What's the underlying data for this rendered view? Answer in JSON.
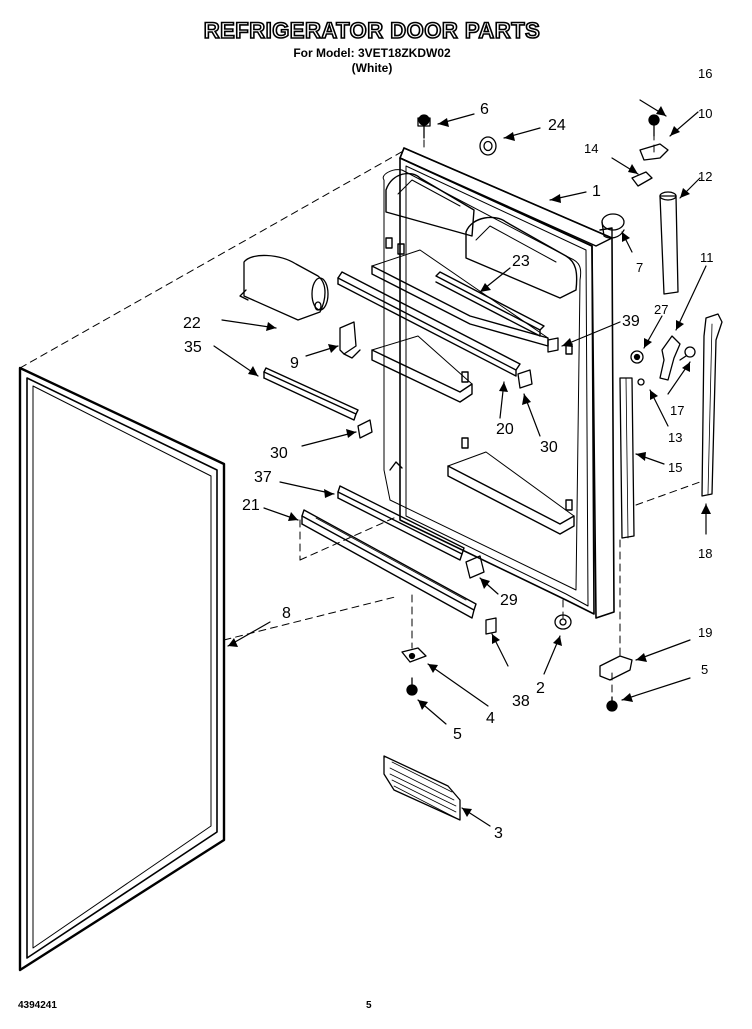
{
  "header": {
    "title": "REFRIGERATOR DOOR PARTS",
    "model_line": "For Model: 3VET18ZKDW02",
    "color_line": "(White)"
  },
  "footer": {
    "doc_number": "4394241",
    "page_number": "5"
  },
  "callouts": {
    "c1": "1",
    "c2": "2",
    "c3": "3",
    "c4": "4",
    "c5a": "5",
    "c5b": "5",
    "c6": "6",
    "c7": "7",
    "c8": "8",
    "c9": "9",
    "c10": "10",
    "c11": "11",
    "c12": "12",
    "c13": "13",
    "c14": "14",
    "c15": "15",
    "c16": "16",
    "c17": "17",
    "c18": "18",
    "c19": "19",
    "c20": "20",
    "c21": "21",
    "c22": "22",
    "c23": "23",
    "c24": "24",
    "c27": "27",
    "c29": "29",
    "c30a": "30",
    "c30b": "30",
    "c35": "35",
    "c37": "37",
    "c38": "38",
    "c39": "39"
  }
}
